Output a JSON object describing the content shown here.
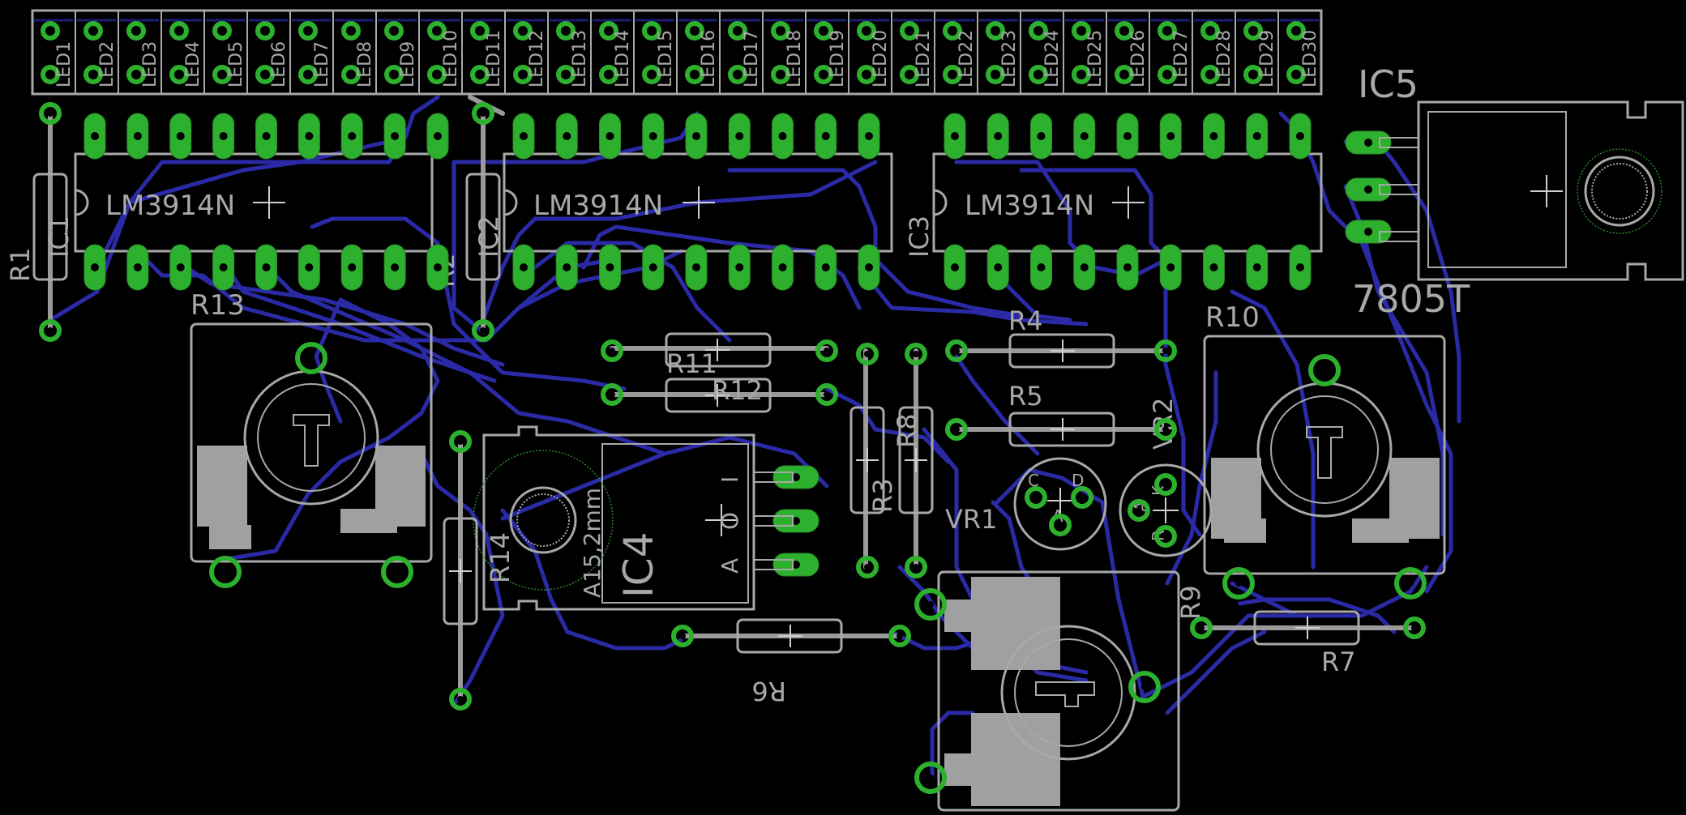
{
  "board": {
    "background": "#000000",
    "colors": {
      "silkscreen": "#a8a8a8",
      "pad": "#2db02d",
      "trace_bottom": "#2a2aa6",
      "trace_top": "#9a9a9a",
      "copper_area": "#a0a0a0"
    }
  },
  "led_bar": {
    "labels": [
      "LED1",
      "LED2",
      "LED3",
      "LED4",
      "LED5",
      "LED6",
      "LED7",
      "LED8",
      "LED9",
      "LED10",
      "LED11",
      "LED12",
      "LED13",
      "LED14",
      "LED15",
      "LED16",
      "LED17",
      "LED18",
      "LED19",
      "LED20",
      "LED21",
      "LED22",
      "LED23",
      "LED24",
      "LED25",
      "LED26",
      "LED27",
      "LED28",
      "LED29",
      "LED30"
    ]
  },
  "ics": {
    "ic1": {
      "ref": "IC1",
      "value": "LM3914N"
    },
    "ic2": {
      "ref": "IC2",
      "value": "LM3914N"
    },
    "ic3": {
      "ref": "IC3",
      "value": "LM3914N"
    },
    "ic4": {
      "ref": "IC4",
      "value": "A15,2mm",
      "pins": [
        "I",
        "O",
        "A"
      ]
    },
    "ic5": {
      "ref": "IC5",
      "value": "7805T"
    }
  },
  "resistors": {
    "r1": "R1",
    "r2": "R2",
    "r3": "R3",
    "r4": "R4",
    "r5": "R5",
    "r6": "R6",
    "r7": "R7",
    "r8": "R8",
    "r9": "R9",
    "r11": "R11",
    "r12": "R12",
    "r14": "R14"
  },
  "trimmers": {
    "r10": "R10",
    "r13": "R13"
  },
  "vr": {
    "vr1": {
      "ref": "VR1",
      "pins": [
        "C",
        "D",
        "A"
      ]
    },
    "vr2": {
      "ref": "VR2",
      "pins": [
        "A",
        "K",
        "R"
      ]
    }
  }
}
